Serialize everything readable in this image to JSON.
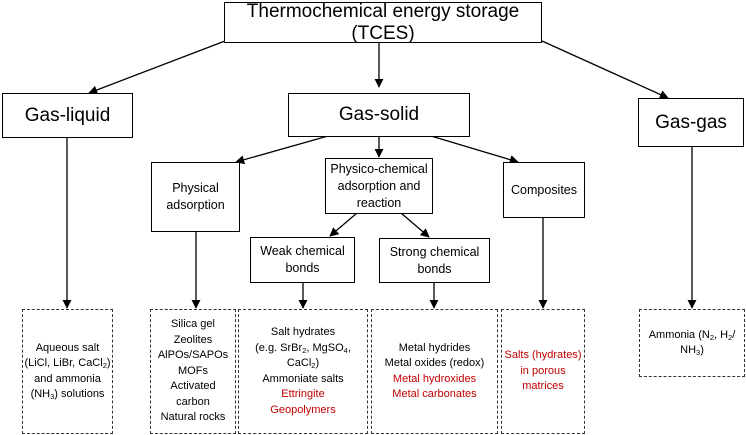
{
  "root": "Thermochemical energy storage (TCES)",
  "categories": {
    "gas_liquid": "Gas-liquid",
    "gas_solid": "Gas-solid",
    "gas_gas": "Gas-gas"
  },
  "gas_solid_types": {
    "physical": [
      "Physical",
      "adsorption"
    ],
    "physico_chemical": [
      "Physico-chemical",
      "adsorption and",
      "reaction"
    ],
    "composites": "Composites"
  },
  "bonds": {
    "weak": [
      "Weak chemical",
      "bonds"
    ],
    "strong": [
      "Strong chemical",
      "bonds"
    ]
  },
  "examples": {
    "gas_liquid": {
      "l1": "Aqueous salt",
      "l2": {
        "p1": "(LiCl, LiBr, CaCl",
        "s1": "2",
        "p2": ")"
      },
      "l3": "and ammonia",
      "l4": {
        "p1": "(NH",
        "s1": "3",
        "p2": ") solutions"
      }
    },
    "physical": [
      "Silica gel",
      "Zeolites",
      "AlPOs/SAPOs",
      "MOFs",
      "Activated",
      "carbon",
      "Natural rocks"
    ],
    "weak": {
      "l1": "Salt hydrates",
      "l2": {
        "p1": "(e.g. SrBr",
        "s1": "2",
        "p2": ", MgSO",
        "s2": "4",
        "p3": ", CaCl",
        "s3": "2",
        "p4": ")"
      },
      "l3": "Ammoniate salts",
      "red1": "Ettringite",
      "red2": "Geopolymers"
    },
    "strong": {
      "l1": "Metal hydrides",
      "l2": "Metal oxides (redox)",
      "red1": "Metal hydroxides",
      "red2": "Metal carbonates"
    },
    "composites": {
      "red1": "Salts (hydrates)",
      "red2": "in porous",
      "red3": "matrices"
    },
    "gas_gas": {
      "l1": {
        "p1": "Ammonia (N",
        "s1": "2",
        "p2": ", H",
        "s2": "2",
        "p3": "/"
      },
      "l2": {
        "p1": "NH",
        "s1": "3",
        "p2": ")"
      }
    }
  },
  "colors": {
    "highlight": "#c00000",
    "line": "#000000"
  }
}
